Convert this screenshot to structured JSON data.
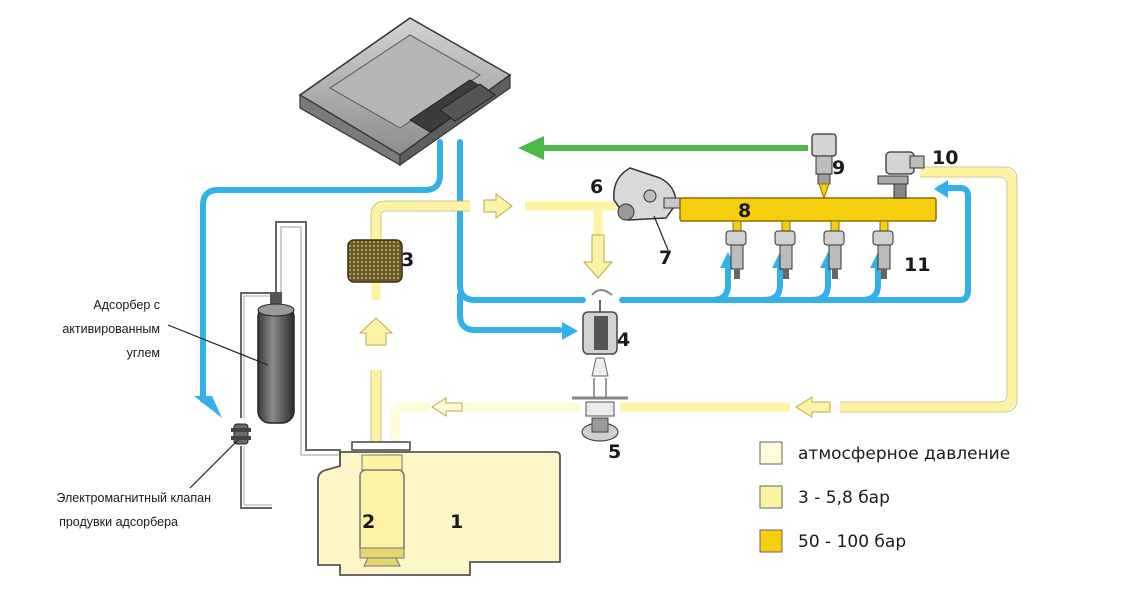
{
  "labels": {
    "n1": "1",
    "n2": "2",
    "n3": "3",
    "n4": "4",
    "n5": "5",
    "n6": "6",
    "n7": "7",
    "n8": "8",
    "n9": "9",
    "n10": "10",
    "n11": "11"
  },
  "notes": {
    "adsorber_l1": "Адсорбер с",
    "adsorber_l2": "активированным",
    "adsorber_l3": "углем",
    "valve_l1": "Электромагнитный клапан",
    "valve_l2": "продувки адсорбера"
  },
  "legend": [
    {
      "label": "атмосферное давление",
      "color": "#fefbd8"
    },
    {
      "label": "3 - 5,8 бар",
      "color": "#fdf3a4"
    },
    {
      "label": "50 - 100 бар",
      "color": "#f5cf0c"
    }
  ],
  "colors": {
    "signal_wire": "#33b0ea",
    "return_arrow": "#4cb847",
    "low_pressure": "#fdf3a4",
    "atmospheric": "#fefbd8",
    "high_pressure": "#f5cf0c",
    "tank_fill": "#fdf6c6"
  }
}
